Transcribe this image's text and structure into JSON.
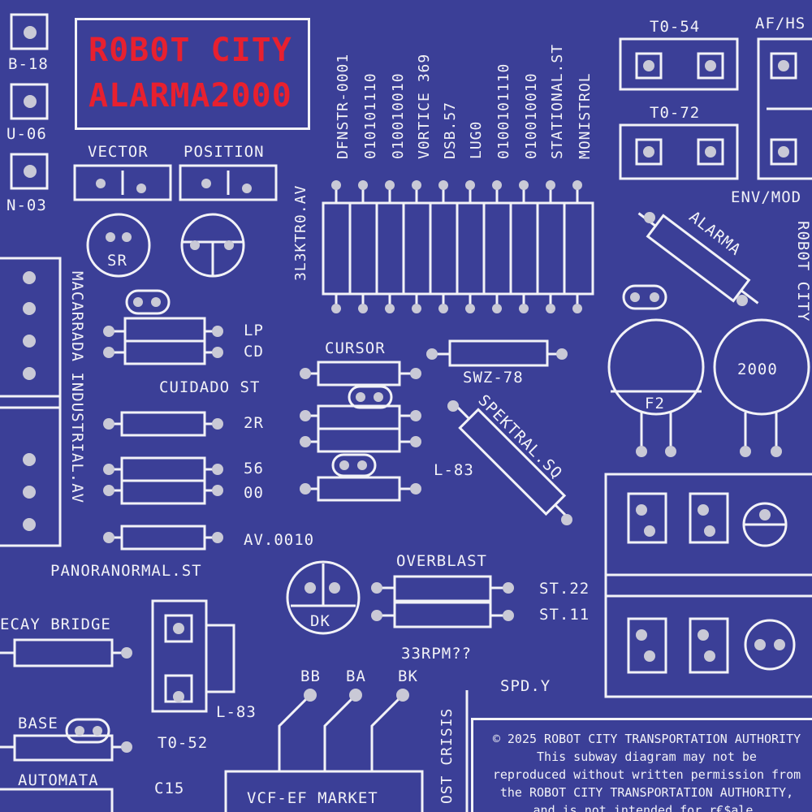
{
  "title": {
    "line1": "R0B0T CITY",
    "line2": "ALARMA2000",
    "color": "#e8202f"
  },
  "colors": {
    "background": "#3b3f97",
    "ink": "#f2f2f7",
    "pad": "#c9c9d6"
  },
  "labels": {
    "b18": "B-18",
    "u06": "U-06",
    "n03": "N-03",
    "vector": "VECTOR",
    "position": "POSITION",
    "sr": "SR",
    "t054": "T0-54",
    "t072": "T0-72",
    "afhs": "AF/HS",
    "envmod": "ENV/MOD",
    "lp": "LP",
    "cd": "CD",
    "cuidado": "CUIDADO ST",
    "r2": "2R",
    "n56": "56",
    "n00": "00",
    "av0010": "AV.0010",
    "panoranormal": "PANORANORMAL.ST",
    "cursor": "CURSOR",
    "swz78": "SWZ-78",
    "l83a": "L-83",
    "l83b": "L-83",
    "alarma": "ALARMA",
    "spektral": "SPEKTRAL.SQ",
    "f2": "F2",
    "n2000": "2000",
    "overblast": "OVERBLAST",
    "st22": "ST.22",
    "st11": "ST.11",
    "rpm": "33RPM??",
    "dk": "DK",
    "decay": "ECAY BRIDGE",
    "t052": "T0-52",
    "base": "BASE",
    "automata": "AUTOMATA",
    "c15": "C15",
    "bb": "BB",
    "ba": "BA",
    "bk": "BK",
    "spdy": "SPD.Y",
    "vcf": "VCF-EF MARKET",
    "lost": "OST CRISIS",
    "eletro": "3L3KTR0.AV",
    "macarrada": "MACARRADA INDUSTRIAL.AV",
    "robotcity_side": "R0B0T CITY"
  },
  "chip_labels": [
    "DFNSTR-0001",
    "010101110",
    "010010010",
    "V0RTICE 369",
    "DSB.57",
    "LUG0",
    "0100101110",
    "010010010",
    "STATIONAL.ST",
    "MONISTROL"
  ],
  "legal": [
    "© 2025 ROBOT CITY TRANSPORTATION AUTHORITY",
    "This subway diagram may not be",
    "reproduced without written permission from",
    "the ROBOT CITY TRANSPORTATION AUTHORITY,",
    "and is not intended for r€$ale."
  ]
}
